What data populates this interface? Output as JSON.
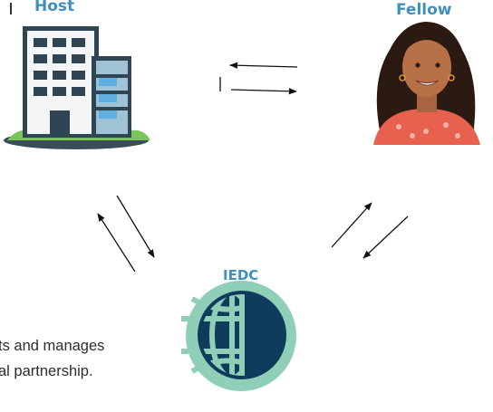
{
  "nodes": {
    "host": {
      "label": "Host"
    },
    "fellow": {
      "label": "Fellow"
    },
    "iedc": {
      "label": "IEDC"
    }
  },
  "description": {
    "line1": "ts and manages",
    "line2": "al partnership."
  },
  "icons": {
    "host": "office-building-icon",
    "fellow": "woman-avatar-icon",
    "iedc": "globe-logo-icon"
  },
  "colors": {
    "label_blue": "#3f8fc1",
    "globe_teal": "#8fcfb7",
    "globe_navy": "#0f3b5c"
  }
}
